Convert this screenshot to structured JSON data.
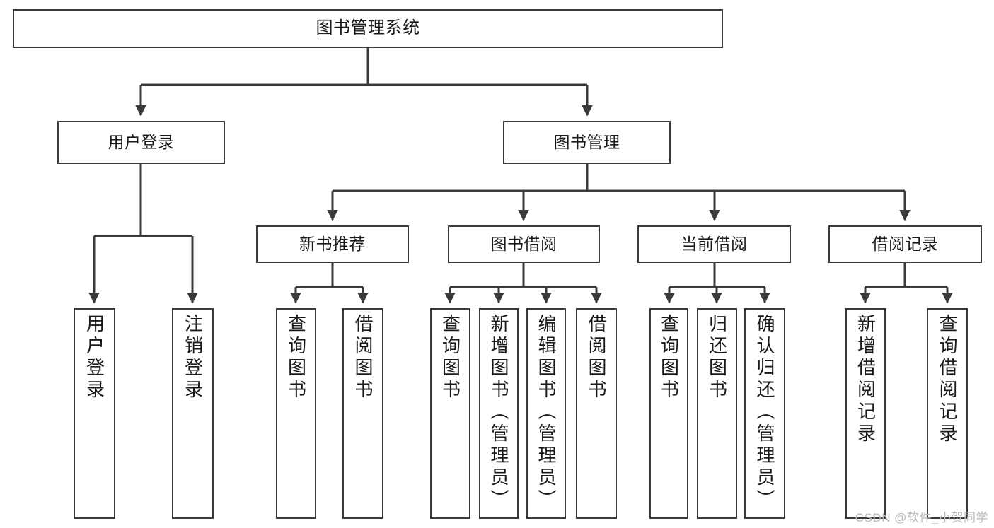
{
  "diagram": {
    "type": "hierarchy-tree",
    "title": "图书管理系统",
    "stroke_color": "#3a3a3a",
    "background_color": "#ffffff",
    "watermark": "CSDN @软件_小贺同学",
    "levels": [
      {
        "level": 1,
        "nodes": [
          {
            "id": "root",
            "label": "图书管理系统",
            "orientation": "horizontal"
          }
        ]
      },
      {
        "level": 2,
        "nodes": [
          {
            "id": "user-login",
            "label": "用户登录",
            "orientation": "horizontal",
            "parent": "root"
          },
          {
            "id": "book-manage",
            "label": "图书管理",
            "orientation": "horizontal",
            "parent": "root"
          }
        ]
      },
      {
        "level": 3,
        "nodes": [
          {
            "id": "new-book-recommend",
            "label": "新书推荐",
            "orientation": "horizontal",
            "parent": "book-manage"
          },
          {
            "id": "book-borrow",
            "label": "图书借阅",
            "orientation": "horizontal",
            "parent": "book-manage"
          },
          {
            "id": "current-borrow",
            "label": "当前借阅",
            "orientation": "horizontal",
            "parent": "book-manage"
          },
          {
            "id": "borrow-record",
            "label": "借阅记录",
            "orientation": "horizontal",
            "parent": "book-manage"
          }
        ]
      },
      {
        "level": 4,
        "nodes": [
          {
            "id": "leaf-user-login",
            "label": "用户登录",
            "orientation": "vertical",
            "parent": "user-login"
          },
          {
            "id": "leaf-logout",
            "label": "注销登录",
            "orientation": "vertical",
            "parent": "user-login"
          },
          {
            "id": "leaf-query-book-1",
            "label": "查询图书",
            "orientation": "vertical",
            "parent": "new-book-recommend"
          },
          {
            "id": "leaf-borrow-book-1",
            "label": "借阅图书",
            "orientation": "vertical",
            "parent": "new-book-recommend"
          },
          {
            "id": "leaf-query-book-2",
            "label": "查询图书",
            "orientation": "vertical",
            "parent": "book-borrow"
          },
          {
            "id": "leaf-add-book",
            "label": "新增图书（管理员）",
            "orientation": "vertical",
            "parent": "book-borrow"
          },
          {
            "id": "leaf-edit-book",
            "label": "编辑图书（管理员）",
            "orientation": "vertical",
            "parent": "book-borrow"
          },
          {
            "id": "leaf-borrow-book-2",
            "label": "借阅图书",
            "orientation": "vertical",
            "parent": "book-borrow"
          },
          {
            "id": "leaf-query-book-3",
            "label": "查询图书",
            "orientation": "vertical",
            "parent": "current-borrow"
          },
          {
            "id": "leaf-return-book",
            "label": "归还图书",
            "orientation": "vertical",
            "parent": "current-borrow"
          },
          {
            "id": "leaf-confirm-return",
            "label": "确认归还（管理员）",
            "orientation": "vertical",
            "parent": "current-borrow"
          },
          {
            "id": "leaf-add-record",
            "label": "新增借阅记录",
            "orientation": "vertical",
            "parent": "borrow-record"
          },
          {
            "id": "leaf-query-record",
            "label": "查询借阅记录",
            "orientation": "vertical",
            "parent": "borrow-record"
          }
        ]
      }
    ]
  }
}
